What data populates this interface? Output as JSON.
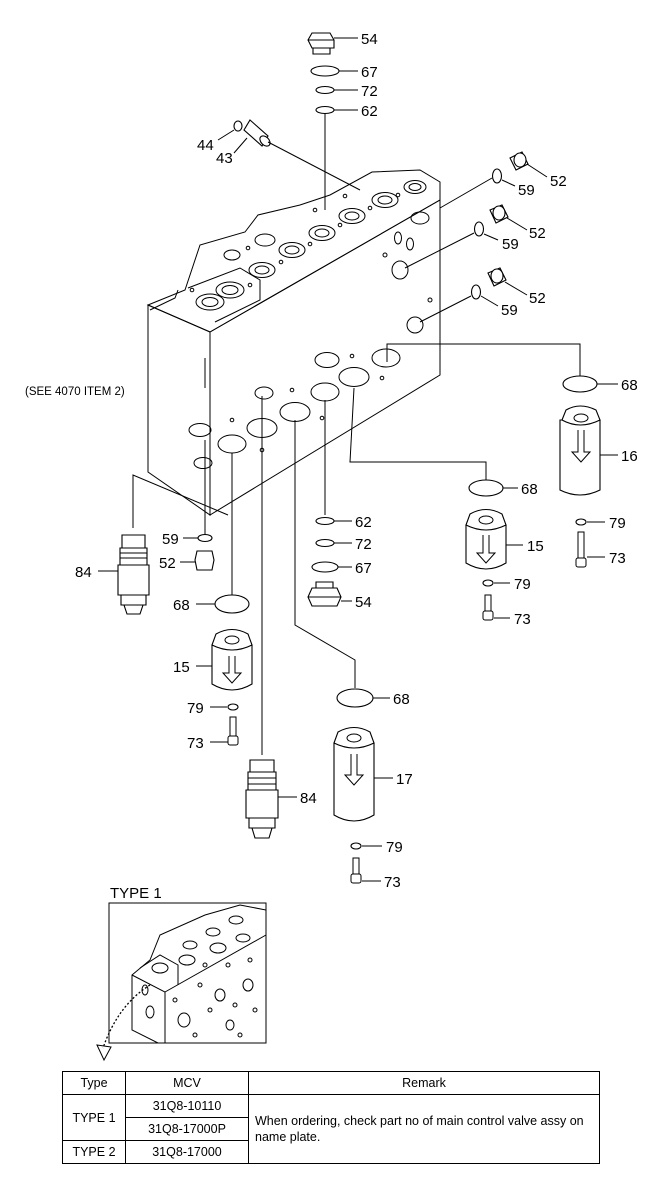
{
  "note": "(SEE 4070 ITEM 2)",
  "inset_title": "TYPE 1",
  "callouts": [
    {
      "id": "c54a",
      "text": "54"
    },
    {
      "id": "c67a",
      "text": "67"
    },
    {
      "id": "c72a",
      "text": "72"
    },
    {
      "id": "c62a",
      "text": "62"
    },
    {
      "id": "c44",
      "text": "44"
    },
    {
      "id": "c43",
      "text": "43"
    },
    {
      "id": "c59a",
      "text": "59"
    },
    {
      "id": "c52a",
      "text": "52"
    },
    {
      "id": "c59b",
      "text": "59"
    },
    {
      "id": "c52b",
      "text": "52"
    },
    {
      "id": "c59c",
      "text": "59"
    },
    {
      "id": "c52c",
      "text": "52"
    },
    {
      "id": "c68a",
      "text": "68"
    },
    {
      "id": "c16",
      "text": "16"
    },
    {
      "id": "c68b",
      "text": "68"
    },
    {
      "id": "c79a",
      "text": "79"
    },
    {
      "id": "c73a",
      "text": "73"
    },
    {
      "id": "c15a",
      "text": "15"
    },
    {
      "id": "c79b",
      "text": "79"
    },
    {
      "id": "c73b",
      "text": "73"
    },
    {
      "id": "c62b",
      "text": "62"
    },
    {
      "id": "c72b",
      "text": "72"
    },
    {
      "id": "c67b",
      "text": "67"
    },
    {
      "id": "c54b",
      "text": "54"
    },
    {
      "id": "c59d",
      "text": "59"
    },
    {
      "id": "c52d",
      "text": "52"
    },
    {
      "id": "c84a",
      "text": "84"
    },
    {
      "id": "c68c",
      "text": "68"
    },
    {
      "id": "c15b",
      "text": "15"
    },
    {
      "id": "c79c",
      "text": "79"
    },
    {
      "id": "c73c",
      "text": "73"
    },
    {
      "id": "c68d",
      "text": "68"
    },
    {
      "id": "c17",
      "text": "17"
    },
    {
      "id": "c84b",
      "text": "84"
    },
    {
      "id": "c79d",
      "text": "79"
    },
    {
      "id": "c73d",
      "text": "73"
    }
  ],
  "table": {
    "headers": [
      "Type",
      "MCV",
      "Remark"
    ],
    "rows": [
      {
        "type": "TYPE 1",
        "mcv": [
          "31Q8-10110",
          "31Q8-17000P"
        ]
      },
      {
        "type": "TYPE 2",
        "mcv": [
          "31Q8-17000"
        ]
      }
    ],
    "remark": "When ordering, check part no of main control valve assy on name plate."
  }
}
